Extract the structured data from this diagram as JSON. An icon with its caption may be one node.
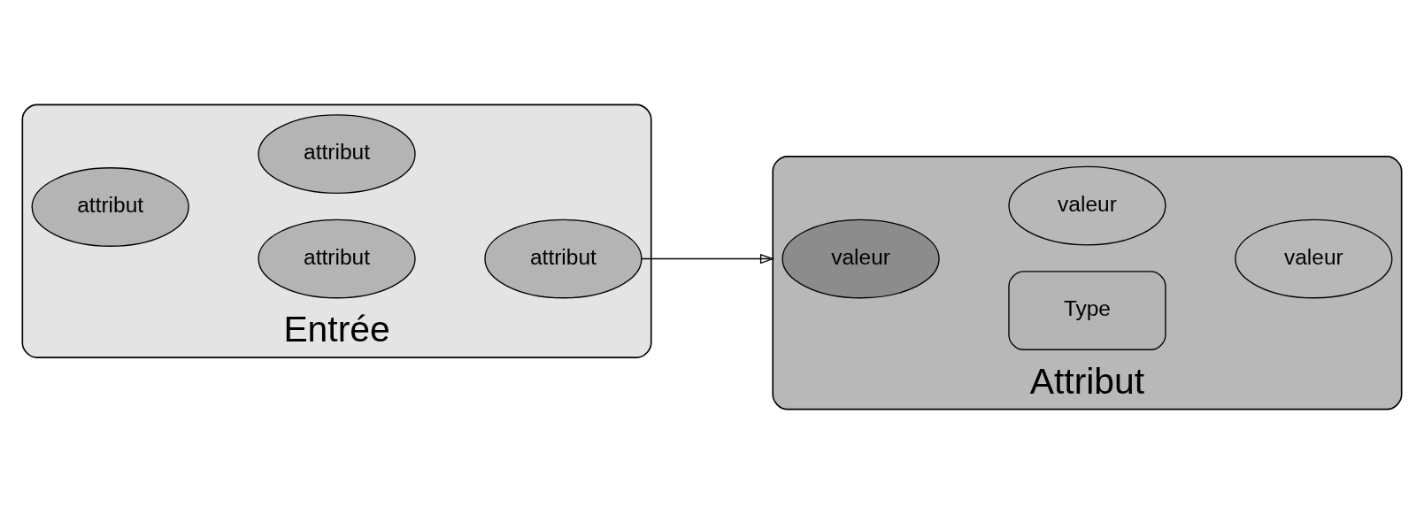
{
  "diagram": {
    "nodes": [
      {
        "text": [
          "Entrée"
        ]
      },
      {
        "text": [
          "attribut"
        ],
        "in": 0
      },
      {
        "text": [
          "attribut"
        ],
        "in": 0
      },
      {
        "text": [
          "attribut"
        ],
        "in": 0
      },
      {
        "text": [
          "attribut"
        ],
        "in": 0
      },
      {
        "text": [
          "Attribut"
        ]
      },
      {
        "text": [
          "Type"
        ],
        "in": 5
      },
      {
        "text": [
          "valeur"
        ],
        "in": 5
      },
      {
        "text": [
          "valeur"
        ],
        "in": 5
      },
      {
        "text": [
          "valeur"
        ],
        "in": 5
      }
    ],
    "edges": [
      {
        "from": 3,
        "to": 5,
        "arrow": "to"
      }
    ]
  }
}
